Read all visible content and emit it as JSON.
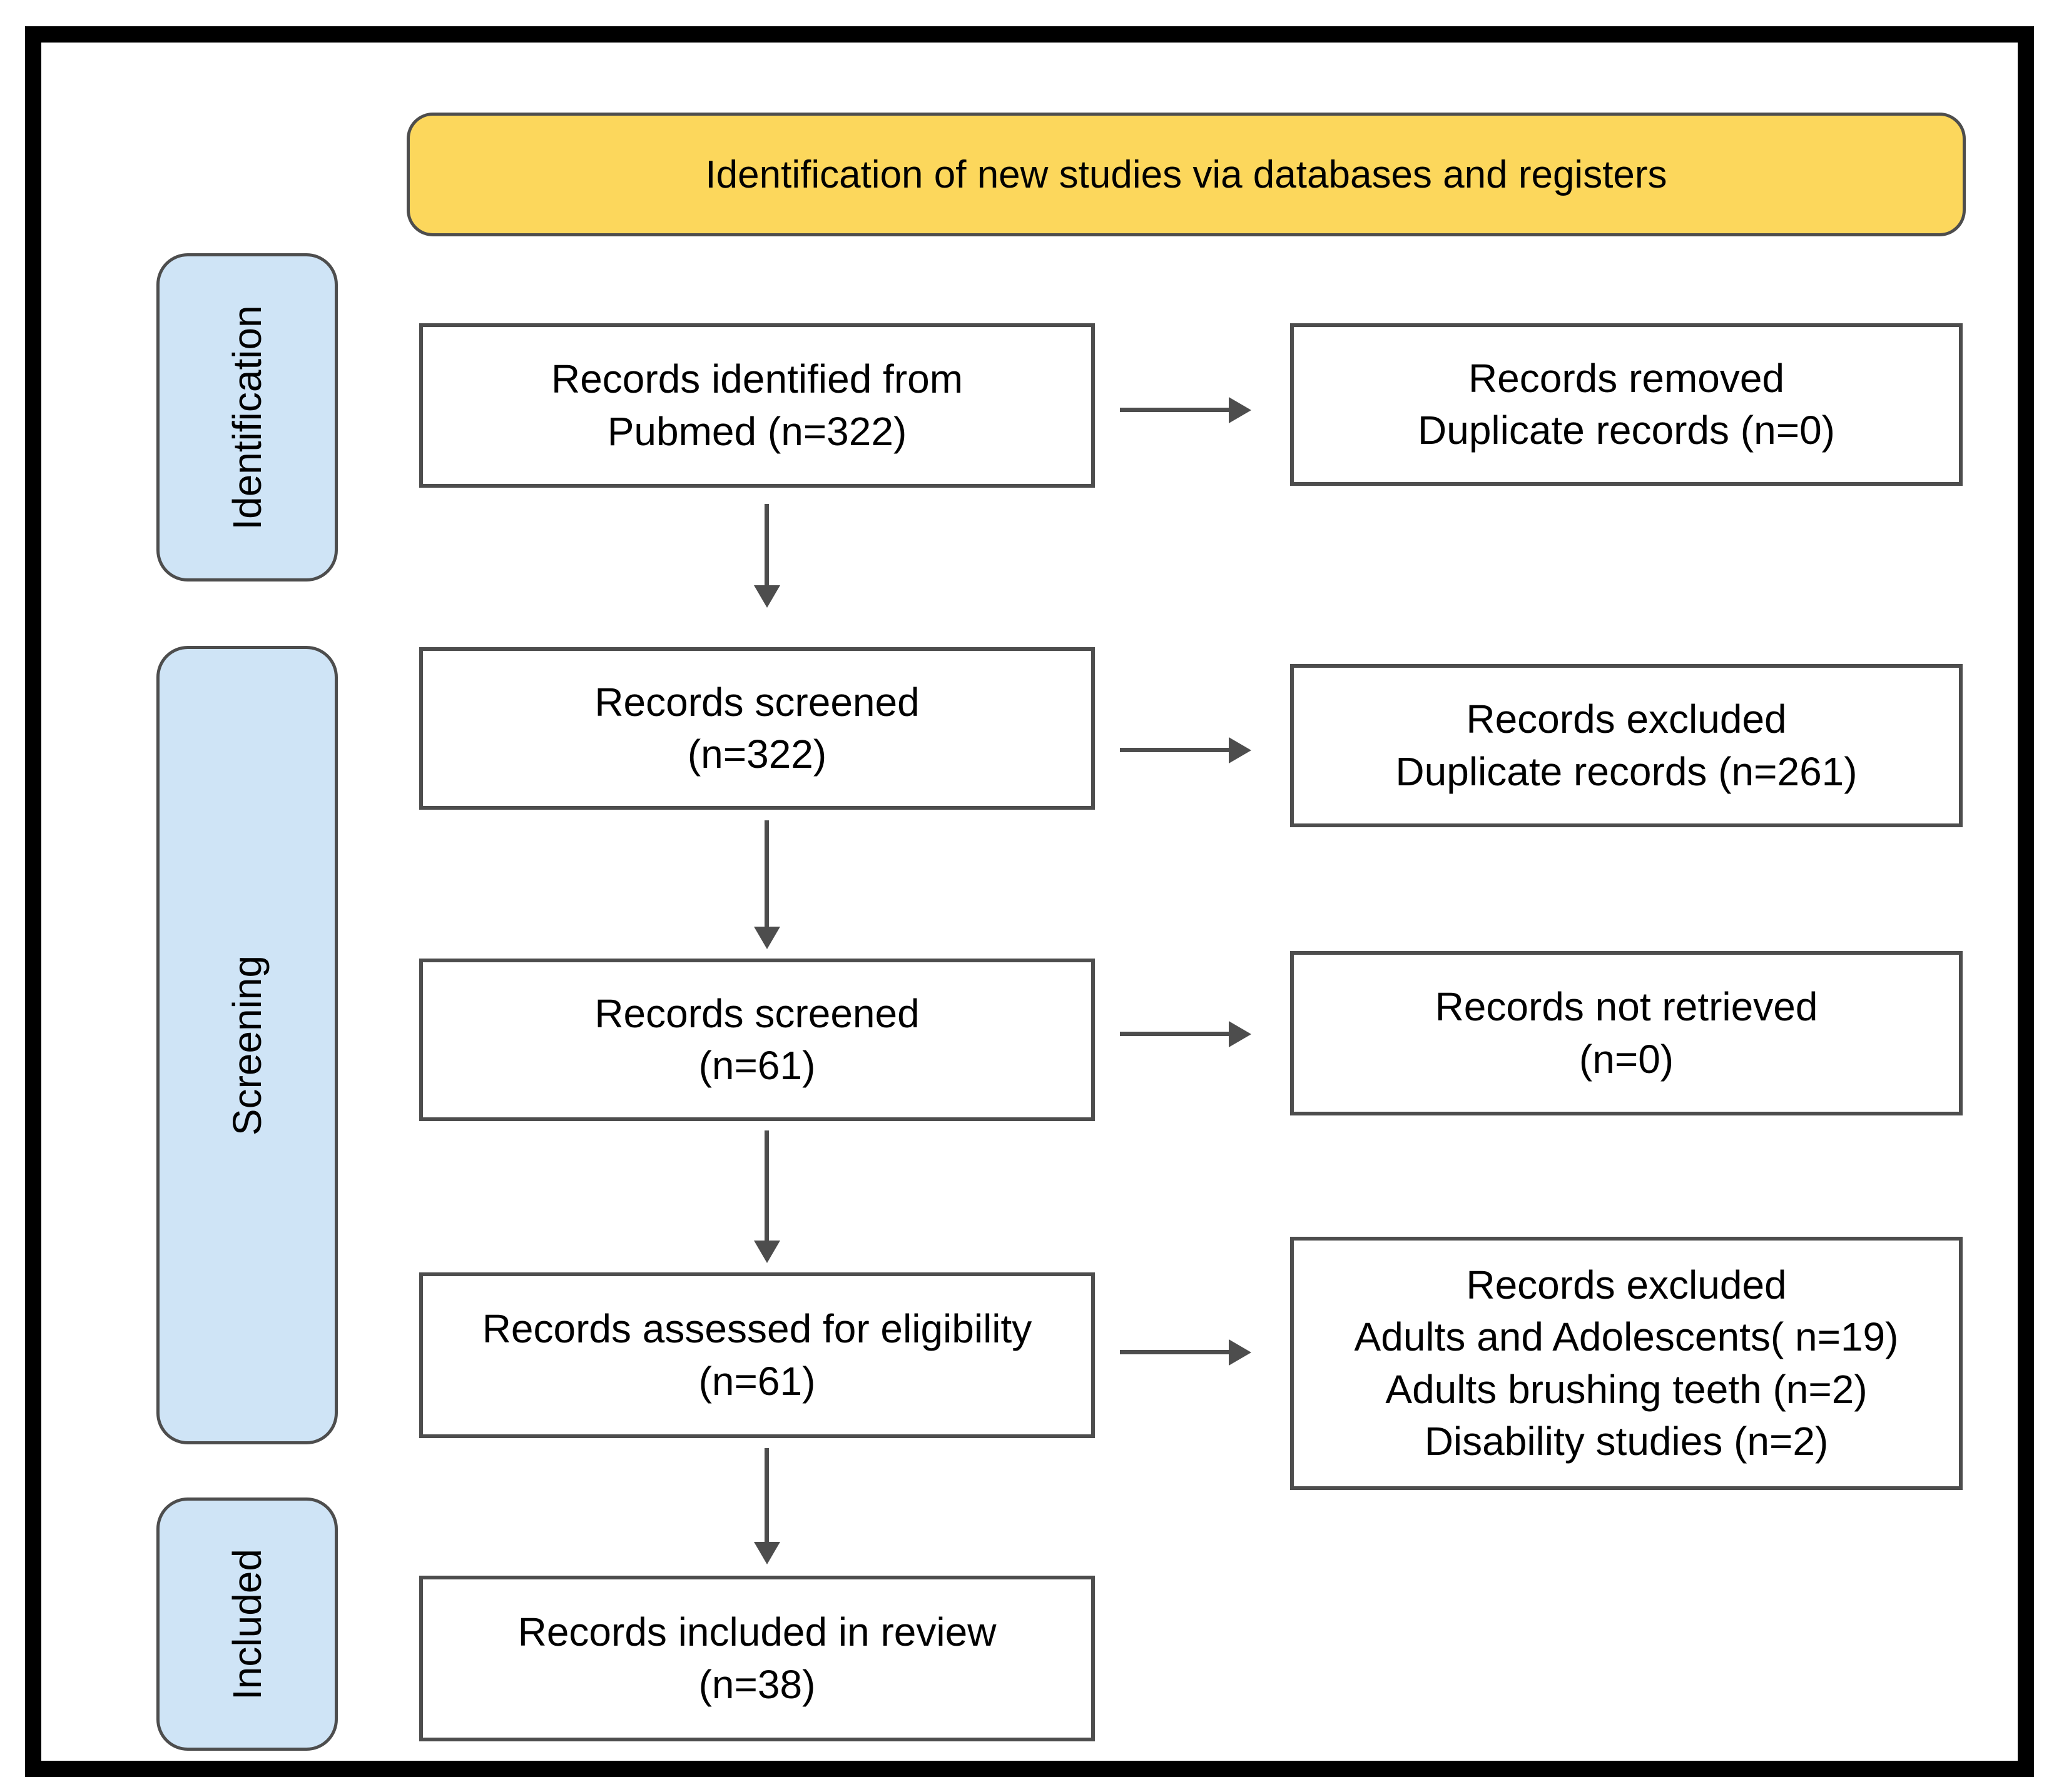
{
  "title_banner": {
    "text": "Identification of new studies via databases and registers"
  },
  "stages": [
    {
      "label": "Identification"
    },
    {
      "label": "Screening"
    },
    {
      "label": "Included"
    }
  ],
  "flow": [
    {
      "text": "Records identified from\nPubmed (n=322)"
    },
    {
      "text": "Records screened\n(n=322)"
    },
    {
      "text": "Records screened\n(n=61)"
    },
    {
      "text": "Records assessed for eligibility\n(n=61)"
    },
    {
      "text": "Records included in review\n(n=38)"
    }
  ],
  "exclusions": [
    {
      "text": "Records removed\nDuplicate records (n=0)"
    },
    {
      "text": "Records excluded\nDuplicate records (n=261)"
    },
    {
      "text": "Records not retrieved\n(n=0)"
    },
    {
      "text": "Records excluded\nAdults and Adolescents( n=19)\nAdults brushing teeth (n=2)\nDisability studies (n=2)"
    }
  ],
  "colors": {
    "banner_bg": "#FCD75C",
    "stage_bg": "#CFE4F6",
    "box_border": "#4d4d4d",
    "arrow": "#4d4d4d",
    "frame": "#000000"
  }
}
